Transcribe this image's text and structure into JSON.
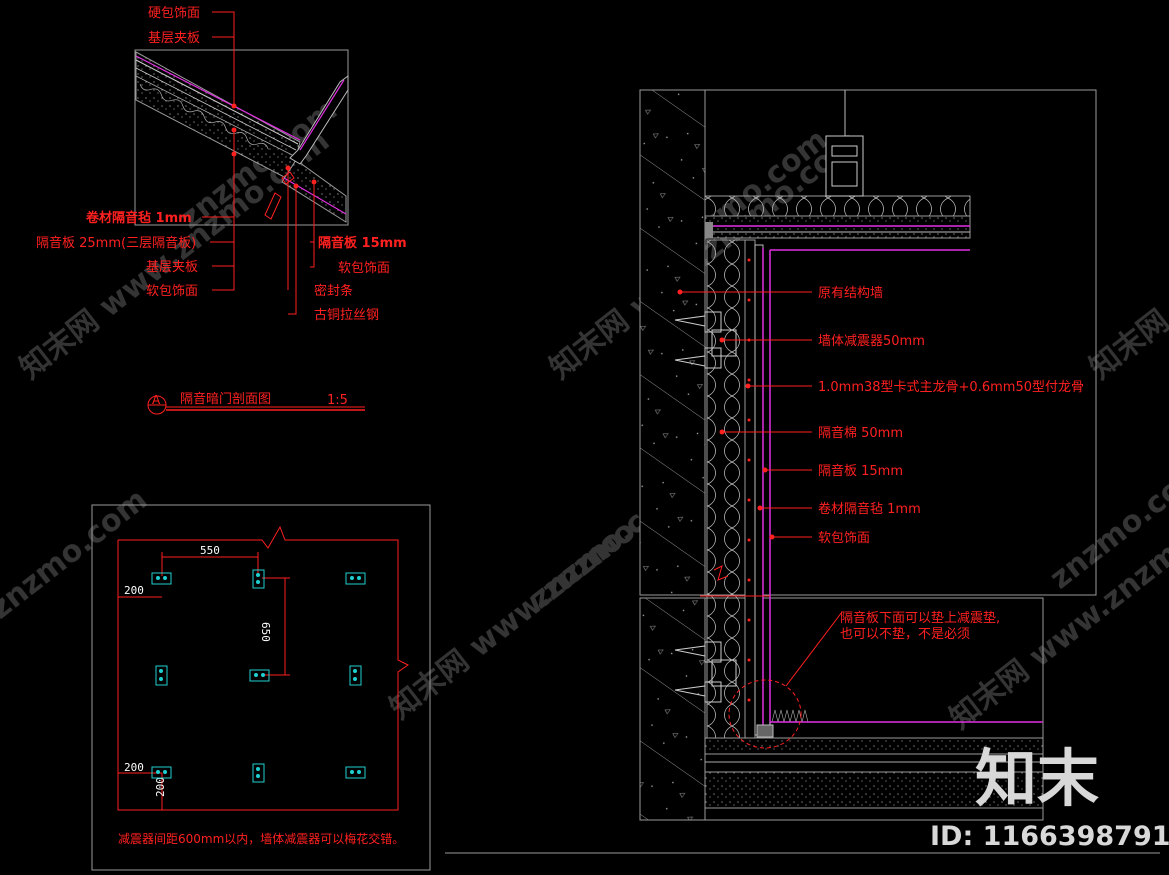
{
  "watermark": {
    "site": "znzmo.com",
    "site_cn": "知末网 www.znzmo.com",
    "logo": "知末",
    "id_text": "ID: 1166398791"
  },
  "section_a": {
    "labels_top": [
      "硬包饰面",
      "基层夹板"
    ],
    "labels_left": [
      "卷材隔音毡 1mm",
      "隔音板 25mm(三层隔音板)",
      "基层夹板",
      "软包饰面"
    ],
    "labels_right": [
      "隔音板 15mm",
      "软包饰面",
      "密封条",
      "古铜拉丝钢"
    ],
    "marker": "A",
    "title": "隔音暗门剖面图",
    "scale": "1:5"
  },
  "plan": {
    "dims": [
      "550",
      "200",
      "650",
      "200",
      "200"
    ],
    "note": "减震器间距600mm以内，墙体减震器可以梅花交错。"
  },
  "wall_section": {
    "labels": [
      "原有结构墙",
      "墙体减震器50mm",
      "1.0mm38型卡式主龙骨+0.6mm50型付龙骨",
      "隔音棉 50mm",
      "隔音板 15mm",
      "卷材隔音毡 1mm",
      "软包饰面"
    ],
    "note_lines": [
      "隔音板下面可以垫上减震垫,",
      "也可以不垫，不是必须"
    ]
  },
  "colors": {
    "red": "#ff2020",
    "magenta": "#e030e0",
    "cyan": "#20d0d0",
    "white": "#ffffff",
    "gray": "#9a9a9a"
  }
}
